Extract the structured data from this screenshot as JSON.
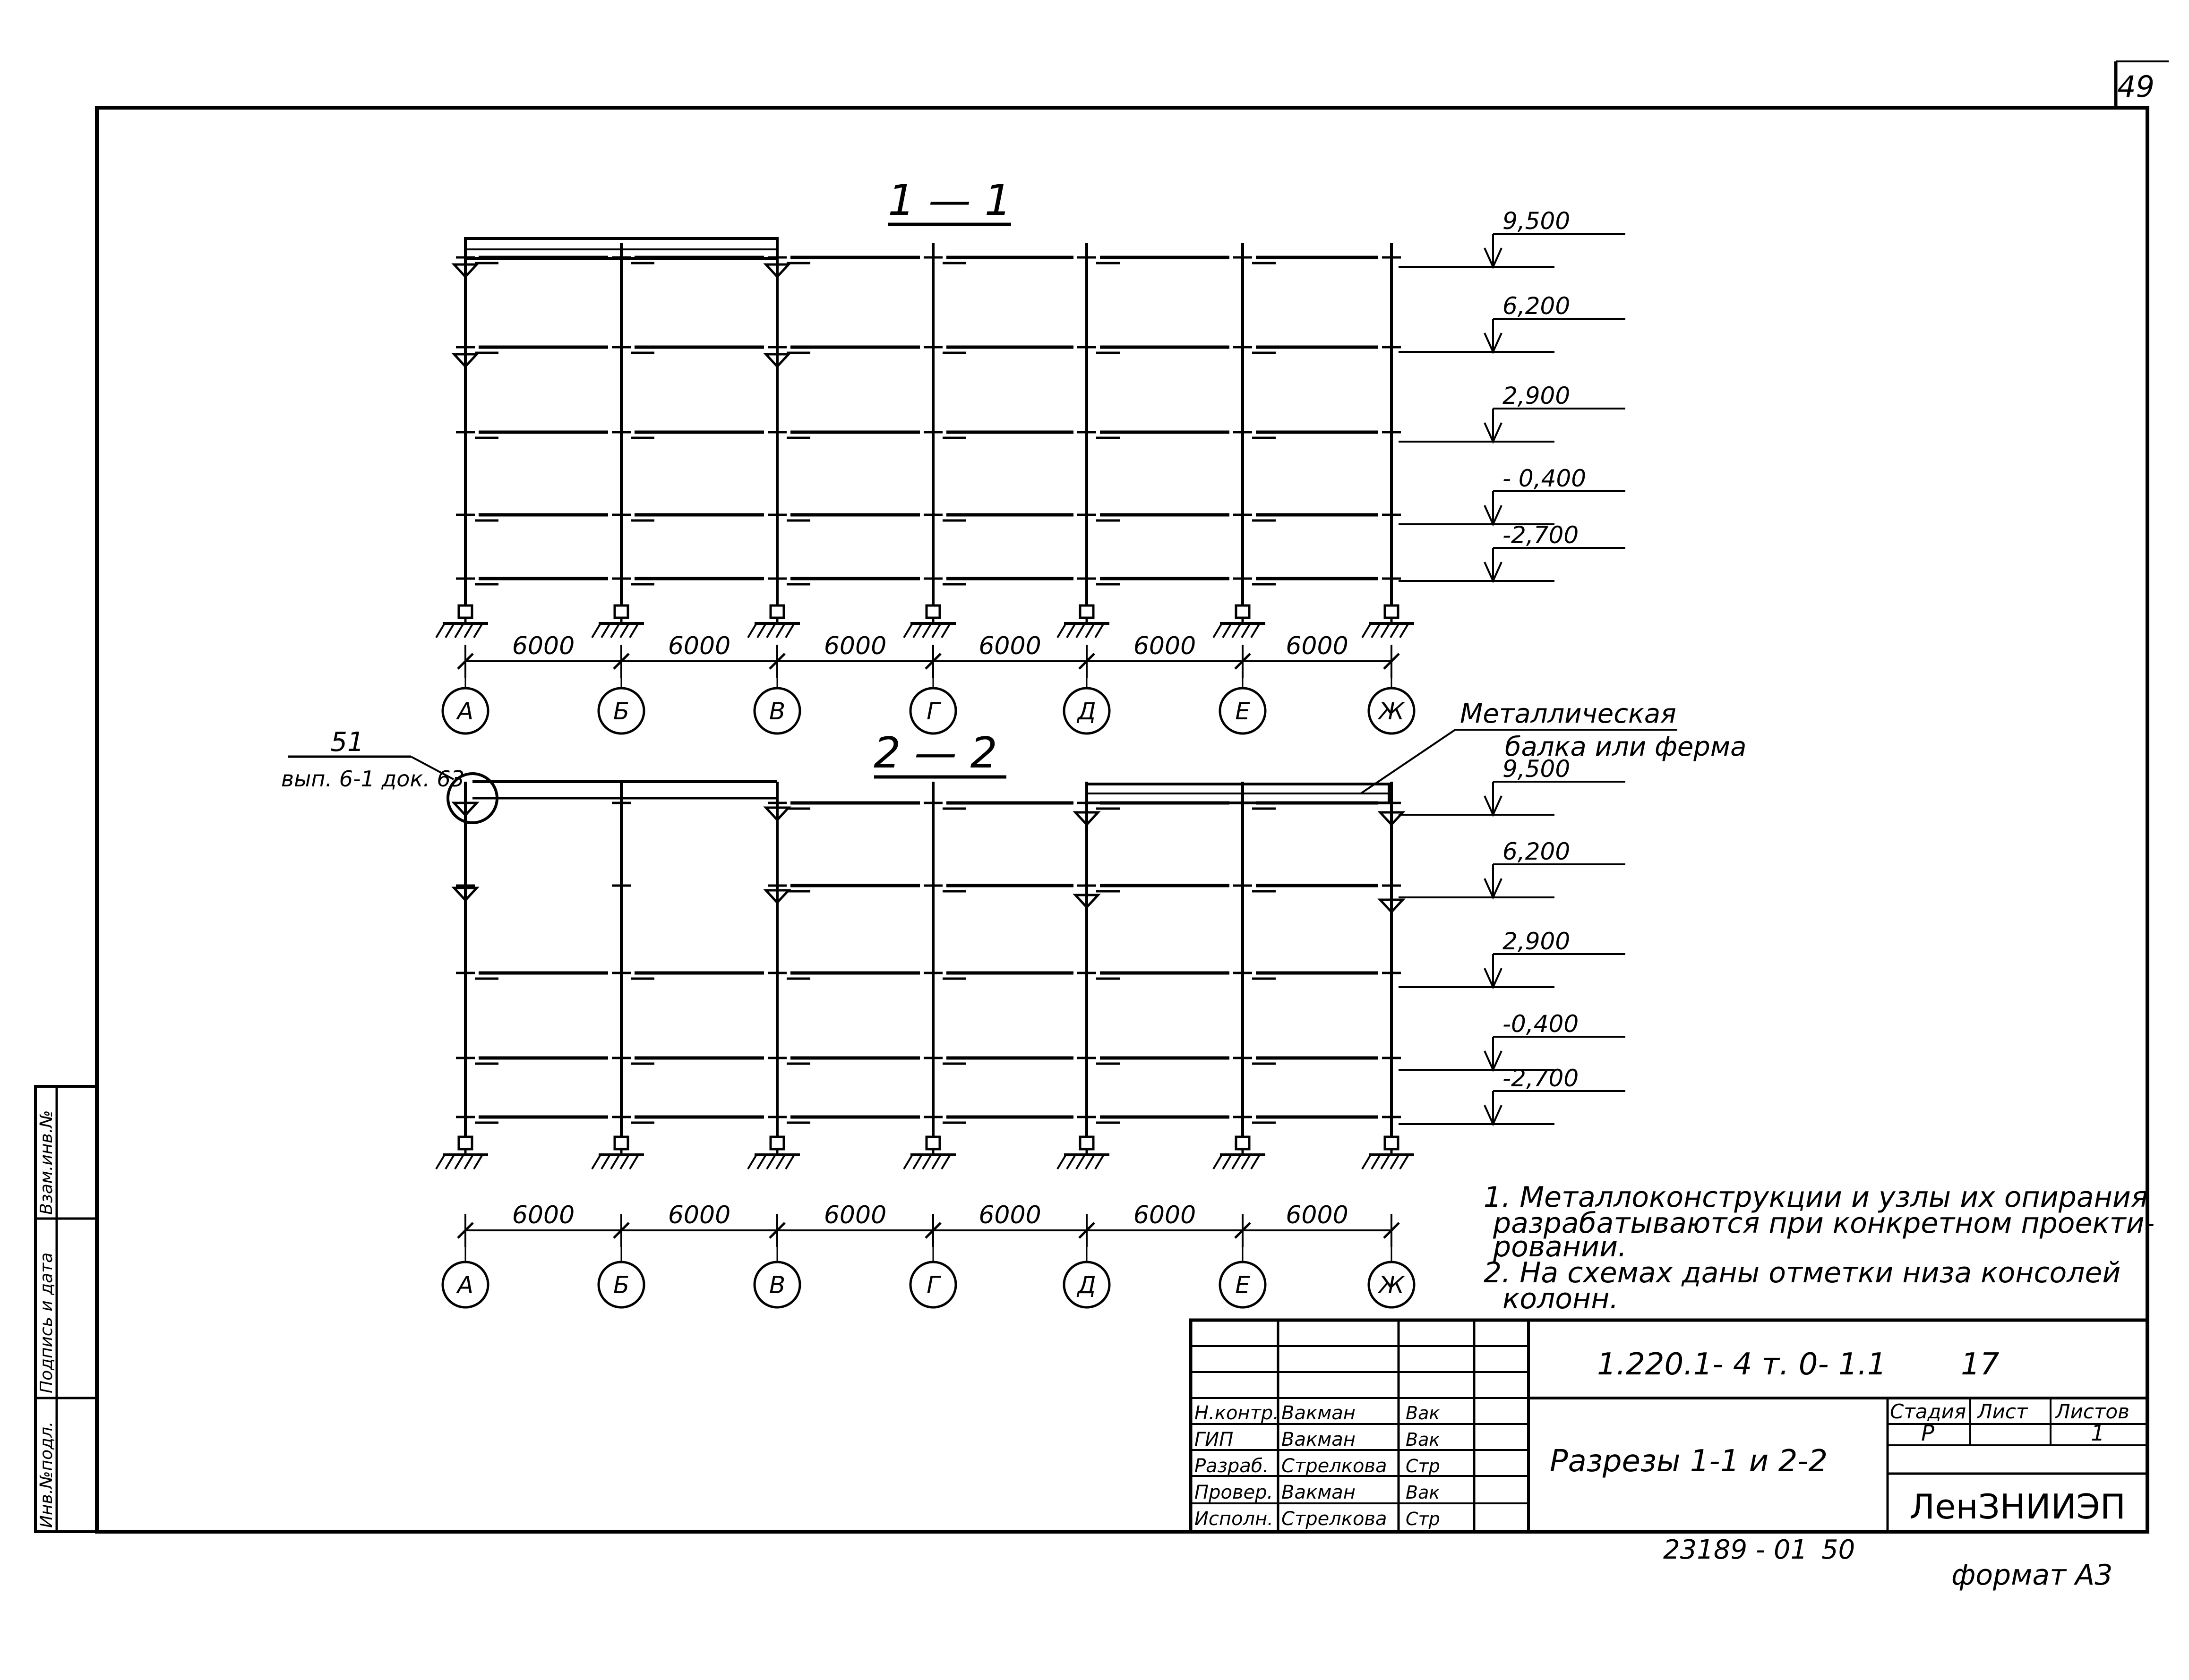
{
  "sheet": {
    "page_number": "49",
    "format": "формат А3",
    "archive_number": "23189 - 01",
    "archive_sheet": "50"
  },
  "section_1": {
    "title": "1 — 1",
    "levels": [
      "9,500",
      "6,200",
      "2,900",
      "- 0,400",
      "-2,700"
    ],
    "spans": [
      "6000",
      "6000",
      "6000",
      "6000",
      "6000",
      "6000"
    ],
    "axes": [
      "А",
      "Б",
      "В",
      "Г",
      "Д",
      "Е",
      "Ж"
    ]
  },
  "section_2": {
    "title": "2 — 2",
    "levels": [
      "9,500",
      "6,200",
      "2,900",
      "-0,400",
      "-2,700"
    ],
    "spans": [
      "6000",
      "6000",
      "6000",
      "6000",
      "6000",
      "6000"
    ],
    "axes": [
      "А",
      "Б",
      "В",
      "Г",
      "Д",
      "Е",
      "Ж"
    ]
  },
  "callout": {
    "number": "51",
    "reference": "вып. 6-1 док. 63"
  },
  "beam_note": {
    "line1": "Металлическая",
    "line2": "балка или ферма"
  },
  "notes": [
    "1. Металлоконструкции и узлы их опирания",
    "разрабатываются при конкретном проекти-",
    "ровании.",
    "2. На схемах даны отметки низа консолей",
    "колонн."
  ],
  "side_stamp": {
    "cells": [
      "Инв.№подл.",
      "Подпись и дата",
      "Взам.инв.№"
    ]
  },
  "title_block": {
    "code": "1.220.1- 4 т. 0- 1.1",
    "album": "17",
    "drawing_title": "Разрезы 1-1 и 2-2",
    "organization": "ЛенЗНИИЭП",
    "stage_label": "Стадия",
    "sheet_label": "Лист",
    "sheets_label": "Листов",
    "stage_value": "Р",
    "sheets_value": "1",
    "signers": [
      {
        "role": "Н.контр.",
        "name": "Вакман",
        "signature": "Вак"
      },
      {
        "role": "ГИП",
        "name": "Вакман",
        "signature": "Вак"
      },
      {
        "role": "Разраб.",
        "name": "Стрелкова",
        "signature": "Стр"
      },
      {
        "role": "Провер.",
        "name": "Вакман",
        "signature": "Вак"
      },
      {
        "role": "Исполн.",
        "name": "Стрелкова",
        "signature": "Стр"
      }
    ]
  }
}
